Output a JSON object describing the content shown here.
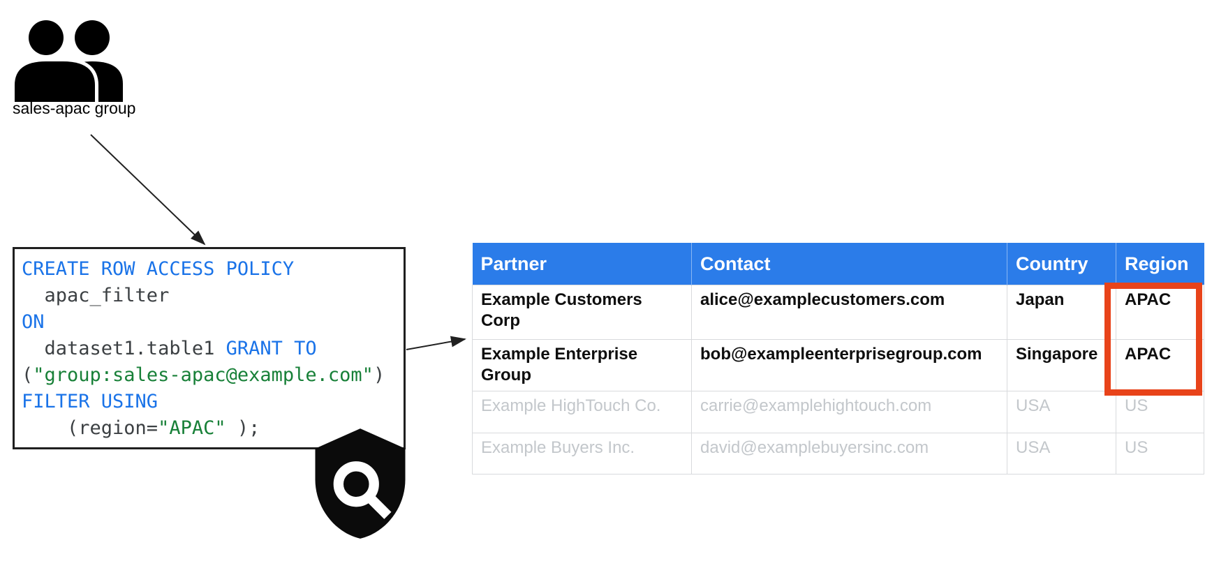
{
  "colors": {
    "accent_blue": "#2B7CE9",
    "highlight_red": "#E8431A",
    "muted_row_text": "#C3C7CB"
  },
  "group": {
    "label": "sales-apac group",
    "icon": "people-group-icon"
  },
  "diagram": {
    "policy_code": {
      "colors": {
        "kw": "#1A73E8",
        "plain": "#3C4043",
        "str": "#188038"
      },
      "lines": [
        [
          {
            "t": "CREATE ROW ACCESS POLICY",
            "c": "kw"
          }
        ],
        [
          {
            "t": "  apac_filter",
            "c": "plain"
          }
        ],
        [
          {
            "t": "ON",
            "c": "kw"
          }
        ],
        [
          {
            "t": "  dataset1.table1 ",
            "c": "plain"
          },
          {
            "t": "GRANT TO",
            "c": "kw"
          }
        ],
        [
          {
            "t": "(",
            "c": "plain"
          },
          {
            "t": "\"group:sales-apac@example.com\"",
            "c": "str"
          },
          {
            "t": ")",
            "c": "plain"
          }
        ],
        [
          {
            "t": "FILTER USING",
            "c": "kw"
          }
        ],
        [
          {
            "t": "    (region=",
            "c": "plain"
          },
          {
            "t": "\"APAC\"",
            "c": "str"
          },
          {
            "t": " );",
            "c": "plain"
          }
        ]
      ]
    },
    "shield": {
      "icon": "shield-search-icon"
    }
  },
  "table": {
    "headers": [
      "Partner",
      "Contact",
      "Country",
      "Region"
    ],
    "rows": [
      {
        "partner": "Example Customers Corp",
        "contact": "alice@examplecustomers.com",
        "country": "Japan",
        "region": "APAC"
      },
      {
        "partner": "Example Enterprise Group",
        "contact": "bob@exampleenterprisegroup.com",
        "country": "Singapore",
        "region": "APAC"
      },
      {
        "partner": "Example HighTouch Co.",
        "contact": "carrie@examplehightouch.com",
        "country": "USA",
        "region": "US"
      },
      {
        "partner": "Example Buyers Inc.",
        "contact": "david@examplebuyersinc.com",
        "country": "USA",
        "region": "US"
      }
    ]
  }
}
